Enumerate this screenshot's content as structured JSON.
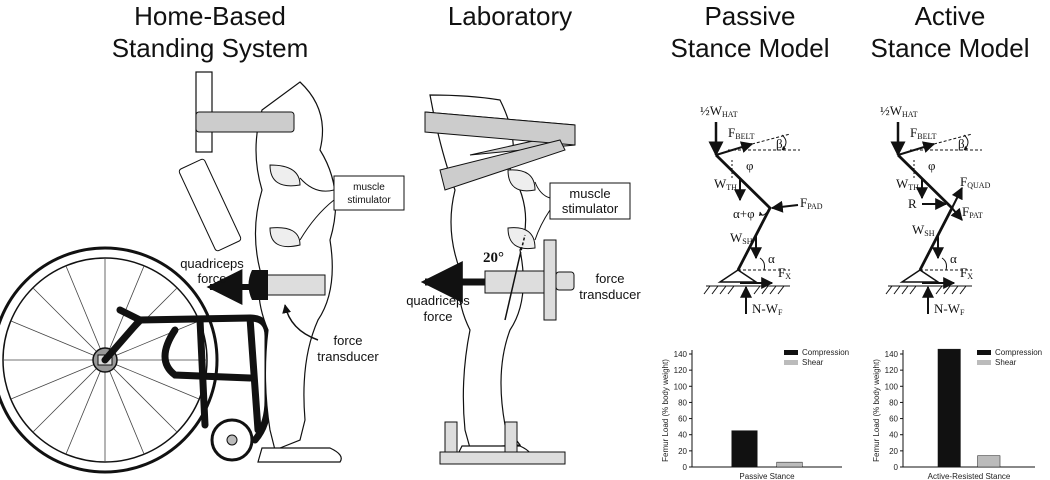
{
  "headers": {
    "home": [
      "Home-Based",
      "Standing System"
    ],
    "lab": "Laboratory",
    "passive": [
      "Passive",
      "Stance Model"
    ],
    "active": [
      "Active",
      "Stance Model"
    ]
  },
  "home_panel": {
    "muscle_stimulator": [
      "muscle",
      "stimulator"
    ],
    "quadriceps_force": [
      "quadriceps",
      "force"
    ],
    "force_transducer": [
      "force",
      "transducer"
    ]
  },
  "lab_panel": {
    "muscle_stimulator": [
      "muscle",
      "stimulator"
    ],
    "quadriceps_force": [
      "quadriceps",
      "force"
    ],
    "force_transducer": [
      "force",
      "transducer"
    ],
    "angle": "20°"
  },
  "passive_model": {
    "labels": {
      "w_hat": [
        "½W",
        "HAT"
      ],
      "f_belt": [
        "F",
        "BELT"
      ],
      "beta": "β",
      "phi": "φ",
      "w_th": [
        "W",
        "TH"
      ],
      "alpha_phi": "α+φ",
      "f_pad": [
        "F",
        "PAD"
      ],
      "w_sh": [
        "W",
        "SH"
      ],
      "alpha": "α",
      "f_x": [
        "F",
        "X"
      ],
      "n_wf": [
        "N-W",
        "F"
      ]
    }
  },
  "active_model": {
    "labels": {
      "w_hat": [
        "½W",
        "HAT"
      ],
      "f_belt": [
        "F",
        "BELT"
      ],
      "beta": "β",
      "phi": "φ",
      "w_th": [
        "W",
        "TH"
      ],
      "f_quad": [
        "F",
        "QUAD"
      ],
      "r": "R",
      "f_pat": [
        "F",
        "PAT"
      ],
      "w_sh": [
        "W",
        "SH"
      ],
      "alpha": "α",
      "f_x": [
        "F",
        "X"
      ],
      "n_wf": [
        "N-W",
        "F"
      ]
    }
  },
  "chart_data": [
    {
      "type": "bar",
      "categories": [
        "Passive Stance"
      ],
      "series": [
        {
          "name": "Compression",
          "values": [
            45
          ],
          "color": "#111111"
        },
        {
          "name": "Shear",
          "values": [
            6
          ],
          "color": "#bbbbbb"
        }
      ],
      "xlabel": "Passive Stance",
      "ylabel": "Femur Load (% body weight)",
      "ylim": [
        0,
        140
      ],
      "yticks": [
        "0",
        "20",
        "40",
        "60",
        "80",
        "100",
        "120",
        "140"
      ],
      "legend": "top-right"
    },
    {
      "type": "bar",
      "categories": [
        "Active-Resisted Stance"
      ],
      "series": [
        {
          "name": "Compression",
          "values": [
            146
          ],
          "color": "#111111"
        },
        {
          "name": "Shear",
          "values": [
            14
          ],
          "color": "#bbbbbb"
        }
      ],
      "xlabel": "Active-Resisted Stance",
      "ylabel": "Femur Load (% body weight)",
      "ylim": [
        0,
        140
      ],
      "yticks": [
        "0",
        "20",
        "40",
        "60",
        "80",
        "100",
        "120",
        "140"
      ],
      "legend": "top-right"
    }
  ]
}
